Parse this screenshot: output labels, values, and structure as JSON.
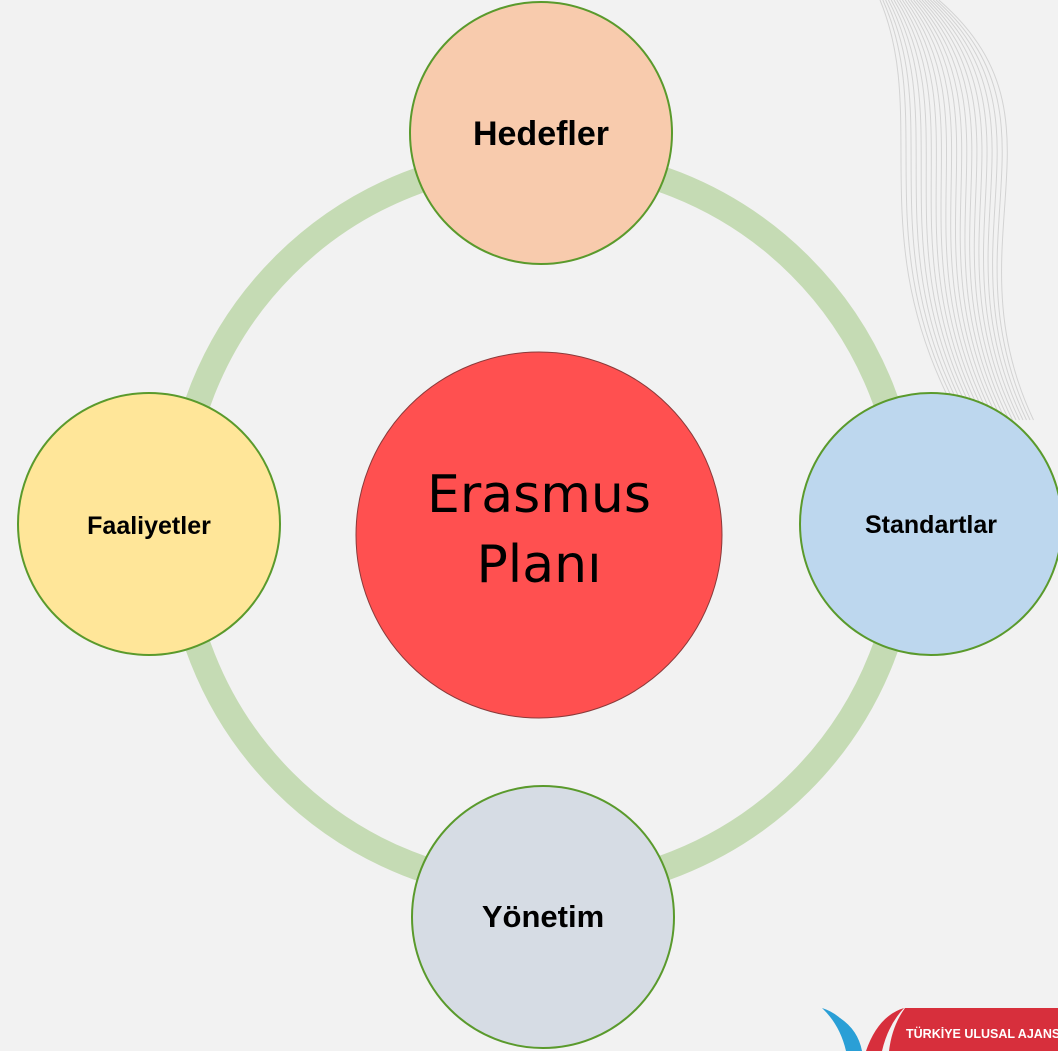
{
  "diagram": {
    "center": {
      "line1": "Erasmus",
      "line2": "Planı",
      "fill": "#ff5050"
    },
    "nodes": {
      "top": {
        "label": "Hedefler",
        "fill": "#f8cbad"
      },
      "right": {
        "label": "Standartlar",
        "fill": "#bdd7ee"
      },
      "bottom": {
        "label": "Yönetim",
        "fill": "#d6dce4"
      },
      "left": {
        "label": "Faaliyetler",
        "fill": "#ffe699"
      }
    },
    "ring_color": "#c5dbb4",
    "node_stroke": "#5a9a2c"
  },
  "logo": {
    "text": "TÜRKİYE ULUSAL AJANSI",
    "bg": "#d72f3c",
    "swoosh_left": "#2a9fd6",
    "swoosh_right": "#d72f3c"
  }
}
